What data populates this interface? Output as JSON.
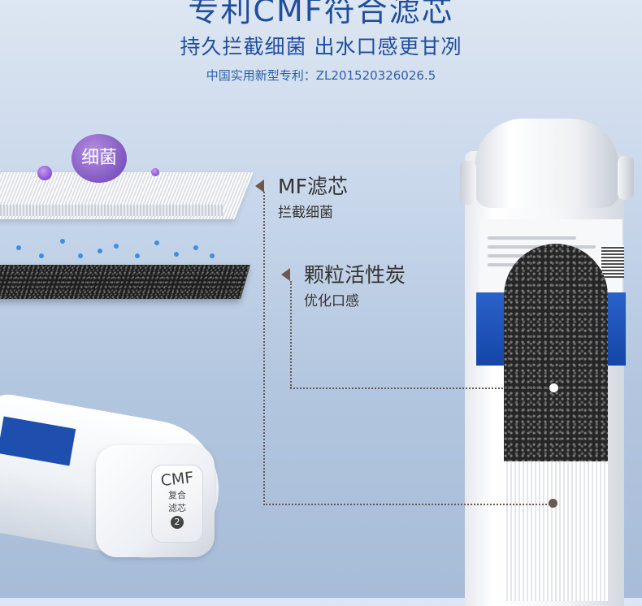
{
  "header": {
    "title": "专利CMF符合滤芯",
    "subtitle": "持久拦截细菌 出水口感更甘冽",
    "patent": "中国实用新型专利：ZL201520326026.5"
  },
  "illustration": {
    "bacteria_label": "细菌"
  },
  "callouts": {
    "mf": {
      "title": "MF滤芯",
      "sub": "拦截细菌"
    },
    "carbon": {
      "title": "颗粒活性炭",
      "sub": "优化口感"
    }
  },
  "small_cartridge": {
    "line1": "CMF",
    "line2": "复合",
    "line3": "滤芯",
    "number": "2"
  },
  "colors": {
    "title_blue": "#1f4f9c",
    "band_blue": "#1e4fae",
    "callout_marker": "#6b5a50"
  }
}
